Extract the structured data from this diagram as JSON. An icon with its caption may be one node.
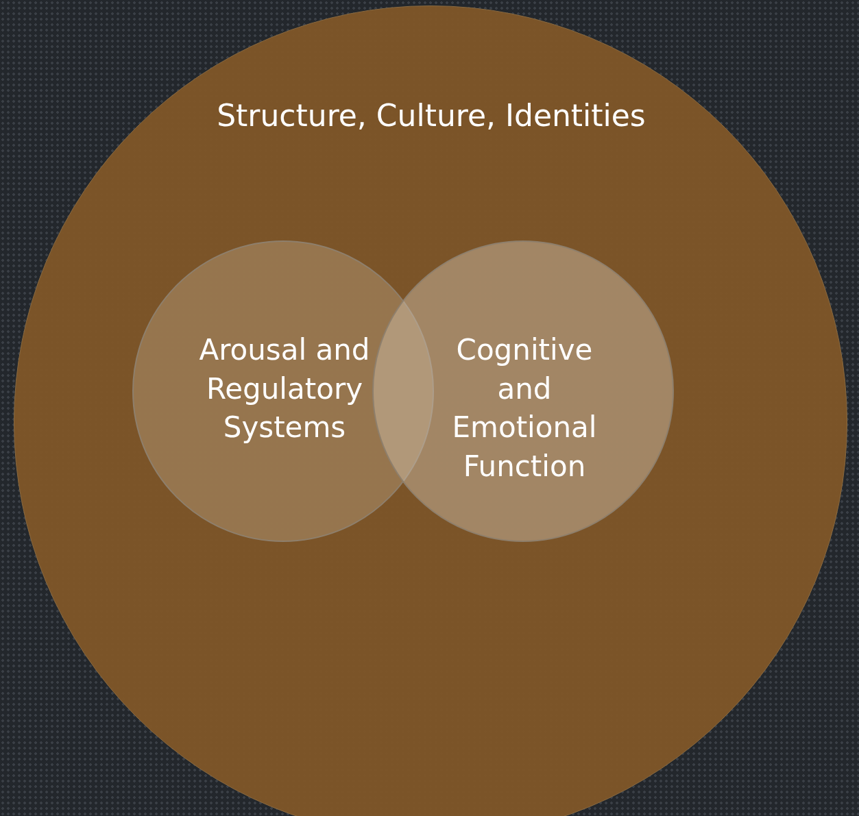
{
  "diagram": {
    "nodes": [
      {
        "text": [
          "Structure, Culture, Identities"
        ]
      },
      {
        "text": [
          "Arousal and Regulatory Systems"
        ],
        "in": 0
      },
      {
        "text": [
          "Cognitive and Emotional Function"
        ],
        "in": 0
      }
    ]
  }
}
